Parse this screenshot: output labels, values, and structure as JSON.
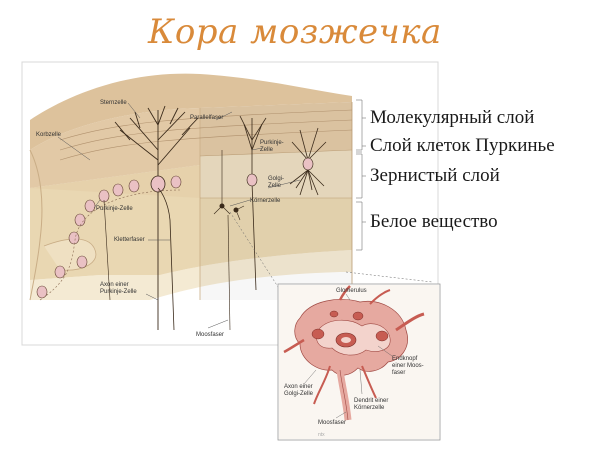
{
  "title": "Кора мозжечка",
  "layers": [
    {
      "label": "Молекулярный слой"
    },
    {
      "label": "Слой клеток Пуркинье"
    },
    {
      "label": "Зернистый слой"
    },
    {
      "label": "Белое вещество"
    }
  ],
  "main_figure": {
    "labels": {
      "sternzelle": "Sternzelle",
      "parallelfaser": "Parallelfaser",
      "korbzelle": "Korbzelle",
      "purkinje_zelle_top": "Purkinje-\nZelle",
      "golgi_zelle": "Golgi-\nZelle",
      "koernerzelle": "Körnerzelle",
      "purkinje_zelle_left": "Purkinje-Zelle",
      "kletterfaser": "Kletterfaser",
      "axon_purkinje": "Axon einer\nPurkinje-Zelle",
      "moosfaser": "Moosfaser"
    }
  },
  "inset": {
    "labels": {
      "glomerulus": "Glomerulus",
      "endknopf": "Endknopf\neiner Moos-\nfaser",
      "axon_golgi": "Axon einer\nGolgi-Zelle",
      "dendrit": "Dendrit einer\nKörnerzelle",
      "moosfaser": "Moosfaser",
      "watermark": "ntx"
    }
  },
  "colors": {
    "title": "#d98a3a",
    "molecular": "#e2c9a6",
    "purkinje_band": "#ead8b4",
    "granular": "#e9d7b2",
    "white_matter": "#f4ead3",
    "top_face": "#ddc29c",
    "neuron": "#3a2a1a",
    "purkinje_soma": "#eac1c4",
    "glomerulus_fill": "#e6a9a0",
    "glomerulus_dark": "#c75c52"
  }
}
